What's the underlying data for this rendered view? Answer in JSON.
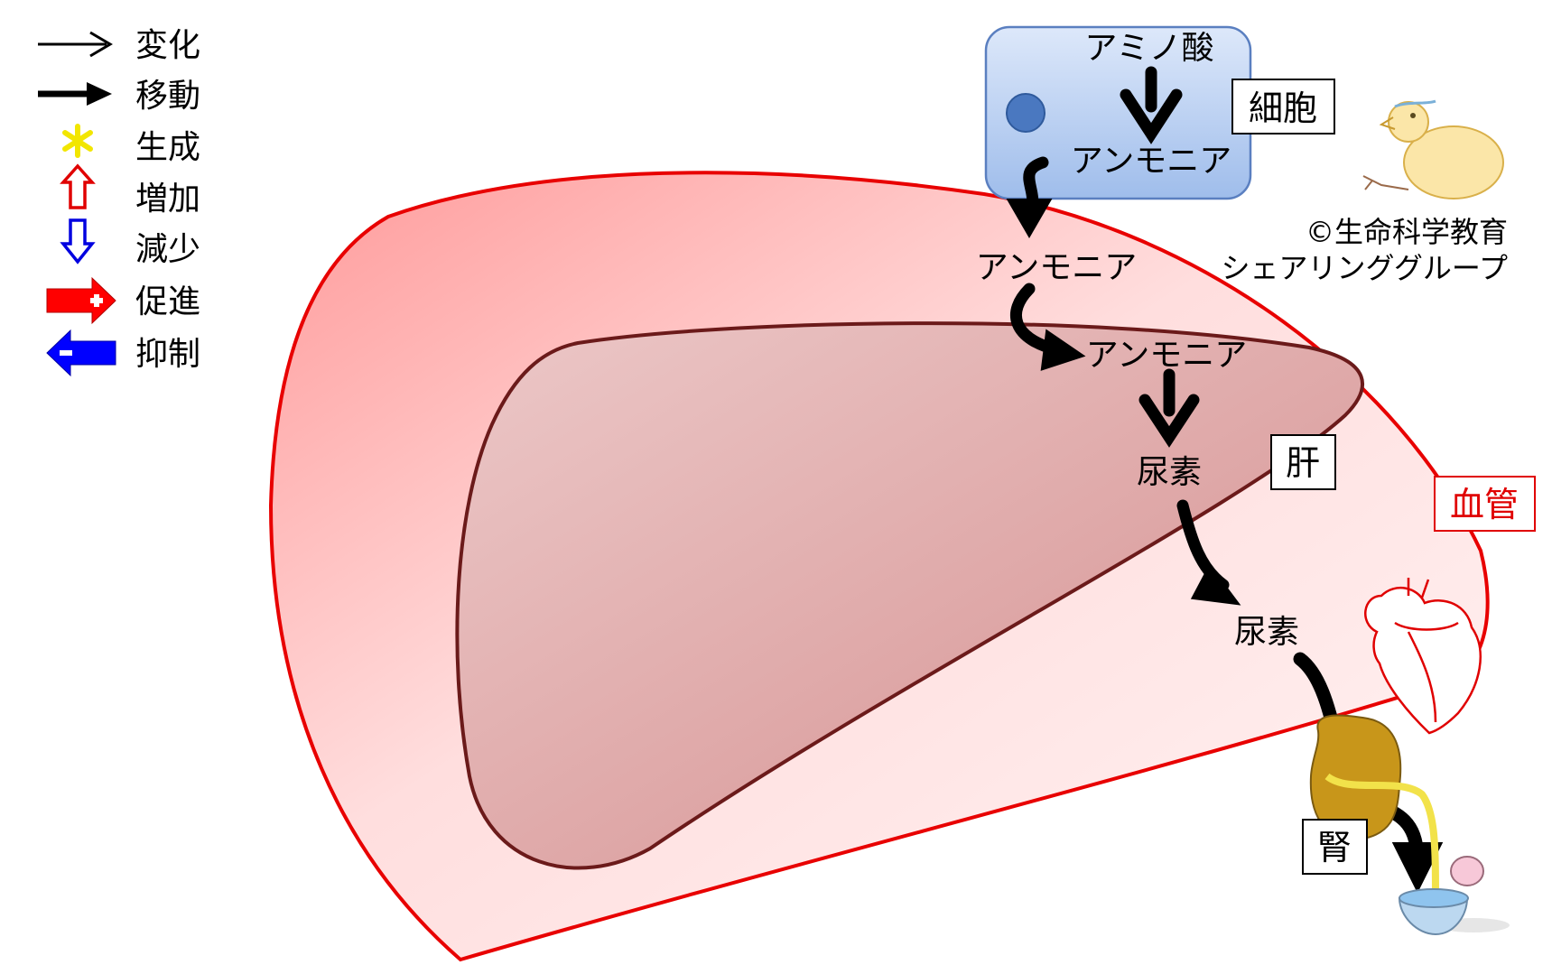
{
  "legend": {
    "items": [
      {
        "icon": "thin-arrow-right-icon",
        "label": "変化"
      },
      {
        "icon": "bold-arrow-right-icon",
        "label": "移動"
      },
      {
        "icon": "yellow-asterisk-icon",
        "label": "生成"
      },
      {
        "icon": "red-hollow-up-arrow-icon",
        "label": "増加"
      },
      {
        "icon": "blue-hollow-down-arrow-icon",
        "label": "減少"
      },
      {
        "icon": "red-plus-arrow-icon",
        "label": "促進"
      },
      {
        "icon": "blue-minus-arrow-icon",
        "label": "抑制"
      }
    ]
  },
  "labels": {
    "amino_acid": "アミノ酸",
    "ammonia_cell": "アンモニア",
    "cell_box": "細胞",
    "ammonia_blood": "アンモニア",
    "ammonia_liver": "アンモニア",
    "urea_liver": "尿素",
    "liver_box": "肝",
    "vessel_box": "血管",
    "urea_blood": "尿素",
    "kidney_box": "腎",
    "copyright_line1": "©生命科学教育",
    "copyright_line2": "シェアリンググループ"
  },
  "colors": {
    "vessel_outline": "#e00000",
    "vessel_fill": "#ffd6d6",
    "liver_fill": "#d99a9a",
    "liver_outline": "#6b1a1a",
    "cell_fill": "#b8d0f2",
    "cell_outline": "#5a7fc0",
    "nucleus": "#4a78c0",
    "vessel_label": "#e00000",
    "kidney": "#c8961a",
    "ureter": "#f2e24a"
  }
}
